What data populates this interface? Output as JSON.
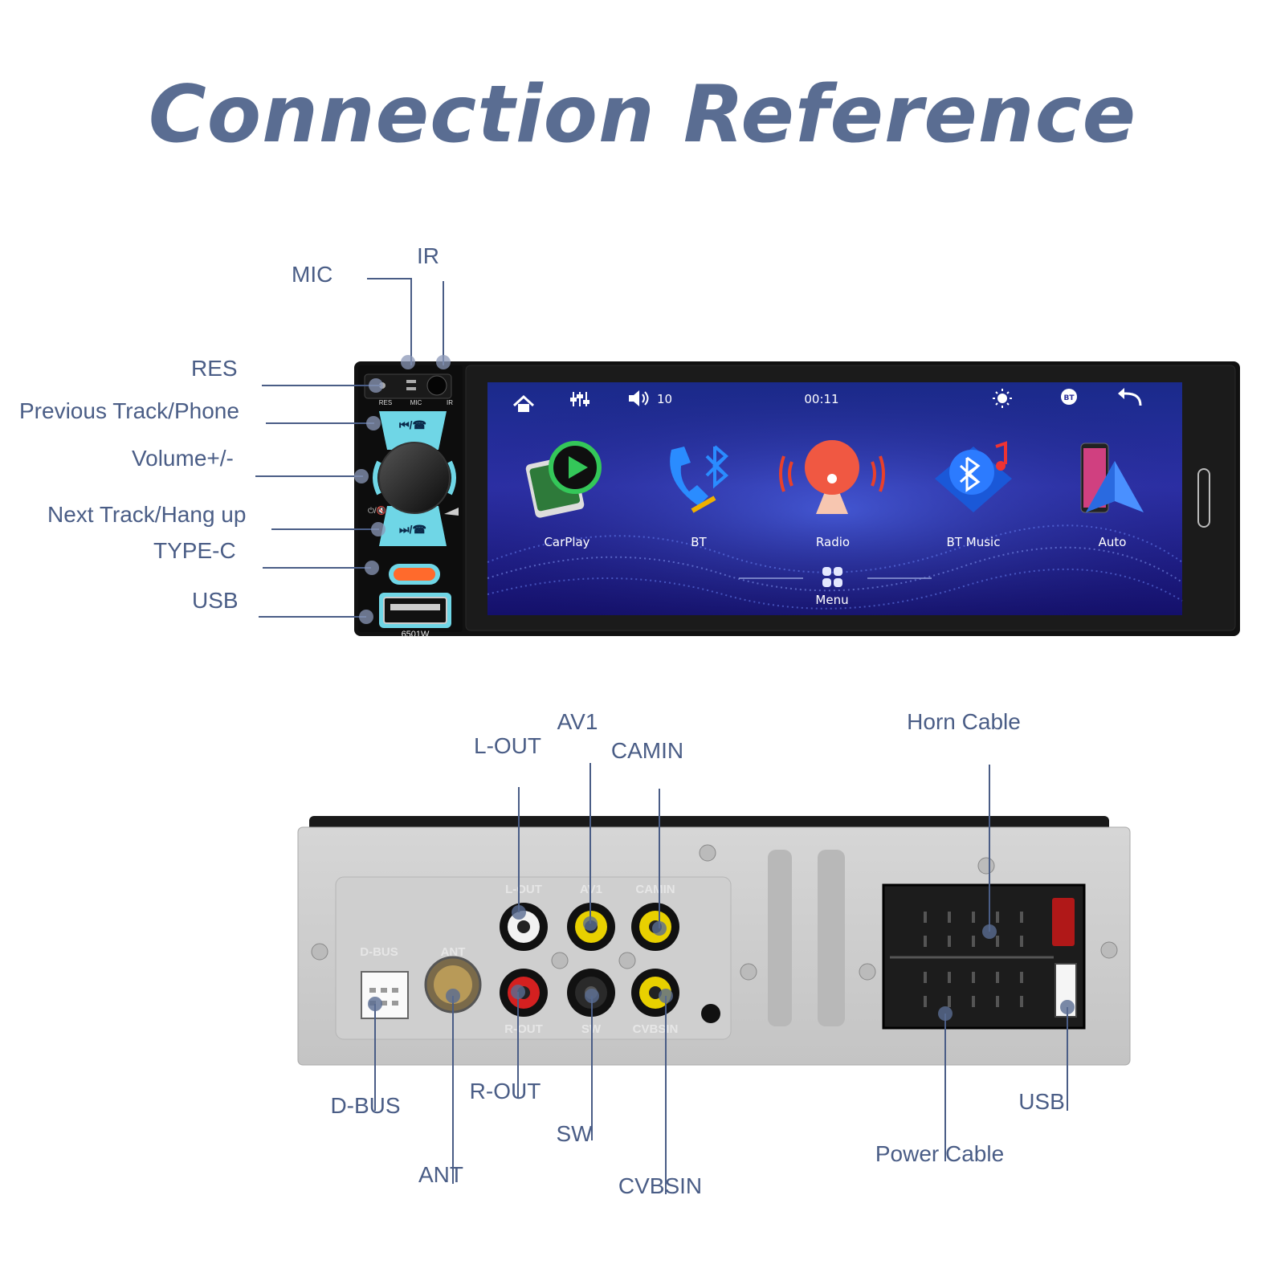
{
  "title": "Connection Reference",
  "front_panel": {
    "callouts": {
      "mic": "MIC",
      "ir": "IR",
      "res": "RES",
      "prev": "Previous Track/Phone",
      "volume": "Volume+/-",
      "next": "Next Track/Hang up",
      "typec": "TYPE-C",
      "usb": "USB"
    },
    "panel_marks": {
      "res": "RES",
      "mic": "MIC",
      "ir": "IR",
      "model": "6501W"
    },
    "screen": {
      "volume_value": "10",
      "clock": "00:11",
      "status_icons": [
        "home-icon",
        "equalizer-icon",
        "speaker-icon",
        "brightness-icon",
        "bluetooth-badge-icon",
        "back-arrow-icon"
      ],
      "apps": [
        {
          "label": "CarPlay",
          "icon": "carplay-icon"
        },
        {
          "label": "BT",
          "icon": "phone-bluetooth-icon"
        },
        {
          "label": "Radio",
          "icon": "radio-icon"
        },
        {
          "label": "BT Music",
          "icon": "bluetooth-music-icon"
        },
        {
          "label": "Auto",
          "icon": "android-auto-icon"
        }
      ],
      "menu_label": "Menu"
    }
  },
  "rear_panel": {
    "callouts": {
      "lout": "L-OUT",
      "av1": "AV1",
      "camin": "CAMIN",
      "horn": "Horn Cable",
      "dbus": "D-BUS",
      "ant": "ANT",
      "rout": "R-OUT",
      "sw": "SW",
      "cvbsin": "CVBSIN",
      "power": "Power Cable",
      "usb": "USB"
    },
    "embossed": {
      "dbus": "D-BUS",
      "ant": "ANT",
      "lout": "L-OUT",
      "av1": "AV1",
      "camin": "CAMIN",
      "rout": "R-OUT",
      "sw": "SW",
      "cvbsin": "CVBSIN"
    }
  },
  "colors": {
    "label": "#4a5d86",
    "accent_cyan": "#6fd6e6",
    "typec_orange": "#ff6a2c",
    "rca_yellow": "#e8d000",
    "rca_red": "#d42020",
    "rca_white": "#f2f2f2"
  }
}
